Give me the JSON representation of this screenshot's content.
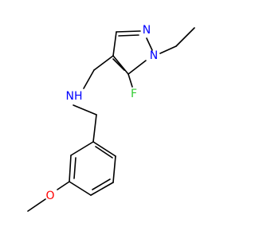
{
  "molecule": {
    "atoms": {
      "n1": {
        "label": "N",
        "color": "#0000ff"
      },
      "n2": {
        "label": "N",
        "color": "#0000ff"
      },
      "f": {
        "label": "F",
        "color": "#33cc33"
      },
      "nh": {
        "label": "NH",
        "color": "#0000ff"
      },
      "o": {
        "label": "O",
        "color": "#ff0000"
      }
    }
  }
}
